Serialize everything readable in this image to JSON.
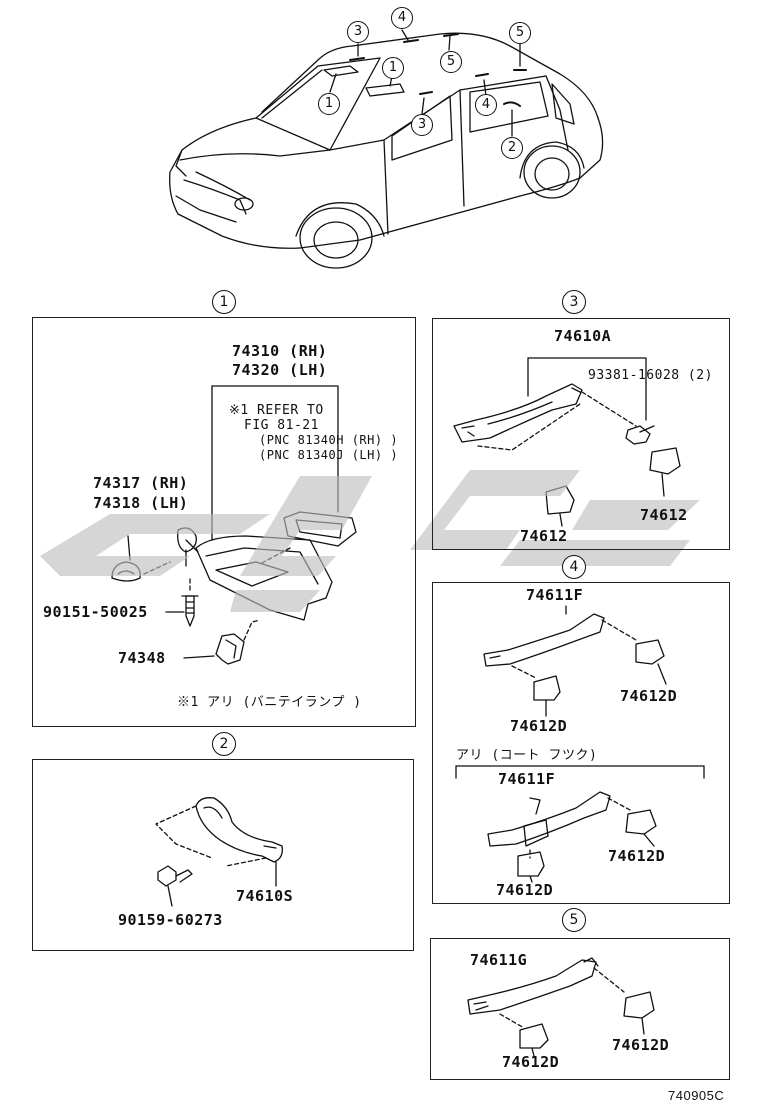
{
  "car_callouts": {
    "c3a": "3",
    "c4a": "4",
    "c5a": "5",
    "c1a": "1",
    "c5b": "5",
    "c1b": "1",
    "c3b": "3",
    "c4b": "4",
    "c2": "2"
  },
  "section1": {
    "num": "1",
    "visor_rh": "74310 (RH)",
    "visor_lh": "74320 (LH)",
    "note_line1": "※1 REFER TO",
    "note_line2": "FIG 81-21",
    "note_line3": "(PNC 81340H (RH) )",
    "note_line4": "(PNC 81340J (LH) )",
    "holder_rh": "74317 (RH)",
    "holder_lh": "74318 (LH)",
    "screw": "90151-50025",
    "clip": "74348",
    "footnote": "※1 アリ (バニテイランプ )"
  },
  "section2": {
    "num": "2",
    "grip": "74610S",
    "bolt": "90159-60273"
  },
  "section3": {
    "num": "3",
    "grip": "74610A",
    "screw": "93381-16028 (2)",
    "cover_left": "74612",
    "cover_right": "74612"
  },
  "section4": {
    "num": "4",
    "grip_top": "74611F",
    "cover_top_right": "74612D",
    "cover_top_left": "74612D",
    "variant_note": "アリ (コート フツク)",
    "grip_bottom": "74611F",
    "cover_bottom_right": "74612D",
    "cover_bottom_left": "74612D"
  },
  "section5": {
    "num": "5",
    "grip": "74611G",
    "cover_right": "74612D",
    "cover_left": "74612D"
  },
  "figure_code": "740905C"
}
